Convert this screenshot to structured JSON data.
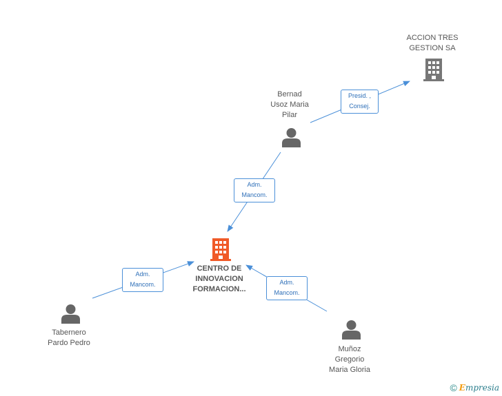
{
  "nodes": {
    "accion_tres": {
      "lines": [
        "ACCION TRES",
        "GESTION SA"
      ],
      "type": "company",
      "color": "#777777"
    },
    "bernad": {
      "lines": [
        "Bernad",
        "Usoz Maria",
        "Pilar"
      ],
      "type": "person",
      "color": "#666666"
    },
    "centro": {
      "lines": [
        "CENTRO DE",
        "INNOVACION",
        "FORMACION..."
      ],
      "type": "company",
      "color": "#f05a28"
    },
    "tabernero": {
      "lines": [
        "Tabernero",
        "Pardo Pedro"
      ],
      "type": "person",
      "color": "#666666"
    },
    "munoz": {
      "lines": [
        "Muñoz",
        "Gregorio",
        "Maria Gloria"
      ],
      "type": "person",
      "color": "#666666"
    }
  },
  "edges": {
    "bernad_accion": {
      "lines": [
        "Presid. ,",
        "Consej."
      ]
    },
    "bernad_centro": {
      "lines": [
        "Adm.",
        "Mancom."
      ]
    },
    "tabernero_centro": {
      "lines": [
        "Adm.",
        "Mancom."
      ]
    },
    "munoz_centro": {
      "lines": [
        "Adm.",
        "Mancom."
      ]
    }
  },
  "colors": {
    "edge": "#4a8fd8",
    "center_icon": "#f05a28",
    "icon": "#777777"
  },
  "footer": {
    "copyright": "©",
    "brand_first": "E",
    "brand_rest": "mpresia"
  }
}
